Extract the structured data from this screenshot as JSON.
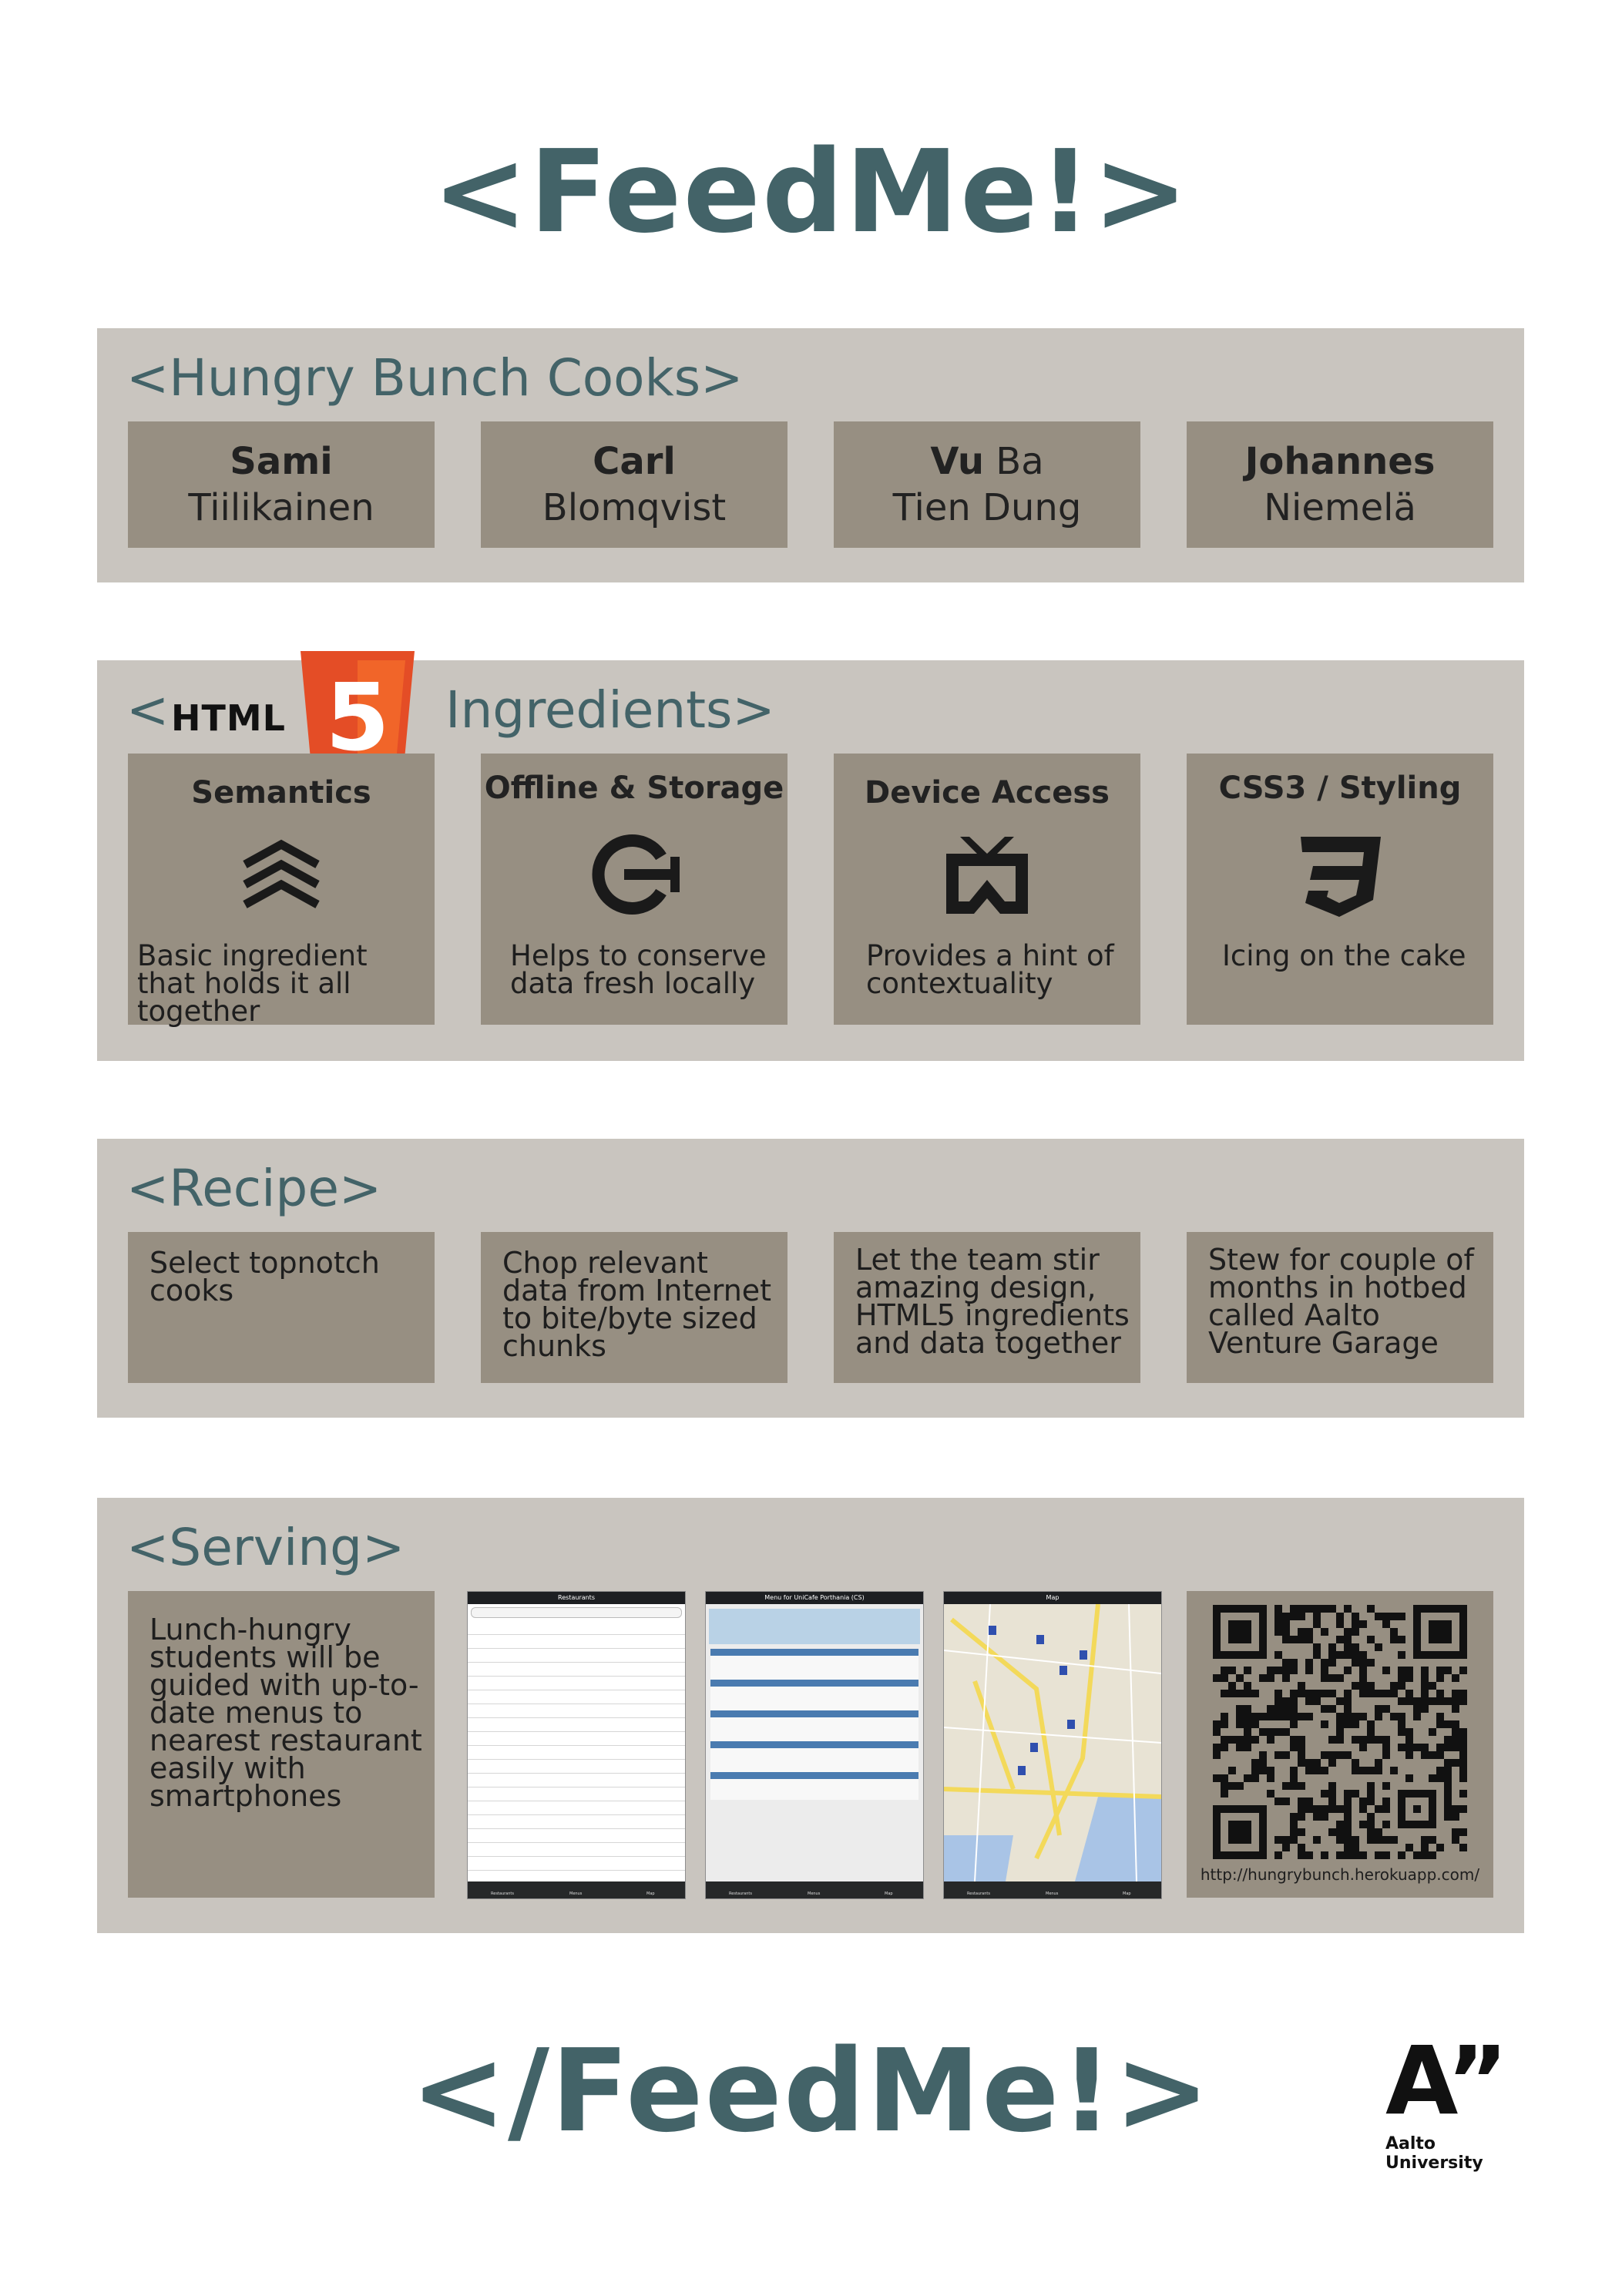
{
  "title_open": "<FeedMe!>",
  "title_close": "</FeedMe!>",
  "cooks": {
    "heading": "<Hungry Bunch Cooks>",
    "people": [
      {
        "first_bold": "Sami",
        "first_rest": "",
        "last": "Tiilikainen"
      },
      {
        "first_bold": "Carl",
        "first_rest": "",
        "last": "Blomqvist"
      },
      {
        "first_bold": "Vu",
        "first_rest": " Ba",
        "last": "Tien Dung"
      },
      {
        "first_bold": "Johannes",
        "first_rest": "",
        "last": "Niemelä"
      }
    ]
  },
  "ingredients": {
    "heading_open": "<",
    "logo_text": "HTML",
    "logo_number": "5",
    "heading_rest": "Ingredients>",
    "items": [
      {
        "title": "Semantics",
        "desc": "Basic ingredient that holds it all together",
        "icon": "semantics-icon"
      },
      {
        "title": "Offline & Storage",
        "desc": "Helps to conserve data fresh locally",
        "icon": "offline-storage-icon"
      },
      {
        "title": "Device Access",
        "desc": "Provides a hint of contextuality",
        "icon": "device-access-icon"
      },
      {
        "title": "CSS3 / Styling",
        "desc": "Icing on the cake",
        "icon": "css3-icon"
      }
    ]
  },
  "recipe": {
    "heading": "<Recipe>",
    "steps": [
      "Select topnotch cooks",
      "Chop relevant data from Internet to bite/byte sized chunks",
      "Let the team stir amazing design, HTML5 ingredients and data together",
      "Stew for couple of months in hotbed called Aalto Venture Garage"
    ]
  },
  "serving": {
    "heading": "<Serving>",
    "desc": "Lunch-hungry students will be guided with up-to-date menus to nearest restaurant easily with smartphones",
    "url": "http://hungrybunch.herokuapp.com/",
    "screens": [
      {
        "title": "Restaurants"
      },
      {
        "title": "Menu for UniCafe Porthania (CS)"
      },
      {
        "title": "Map"
      }
    ],
    "tab_labels": [
      "Restaurants",
      "Menus",
      "Map"
    ]
  },
  "aalto": {
    "logo_mark": "A”",
    "name": "Aalto University"
  },
  "colors": {
    "title": "#436368",
    "section_bg": "#c9c5bf",
    "card_bg": "#978f82",
    "html5_orange": "#e44d26"
  }
}
